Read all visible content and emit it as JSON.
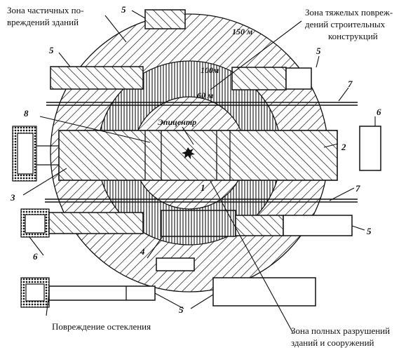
{
  "colors": {
    "ink": "#111111",
    "paper": "#ffffff"
  },
  "labels": {
    "partial_zone": [
      "Зона частичных по-",
      "вреждений зданий"
    ],
    "heavy_zone": [
      "Зона тяжелых повреж-",
      "дений строительных",
      "конструкций"
    ],
    "total_zone": [
      "Зона полных разрушений",
      "зданий и сооружений"
    ],
    "glass_damage": "Повреждение остекления",
    "epicenter": "Эпицентр"
  },
  "radii": {
    "outer": "150 м",
    "middle": "100м",
    "inner": "60 м"
  },
  "callouts": {
    "n1": "1",
    "n2": "2",
    "n3": "3",
    "n4": "4",
    "n5a": "5",
    "n5b": "5",
    "n5c": "5",
    "n5d": "5",
    "n5e": "5",
    "n6a": "6",
    "n6b": "6",
    "n7a": "7",
    "n7b": "7",
    "n8": "8"
  }
}
